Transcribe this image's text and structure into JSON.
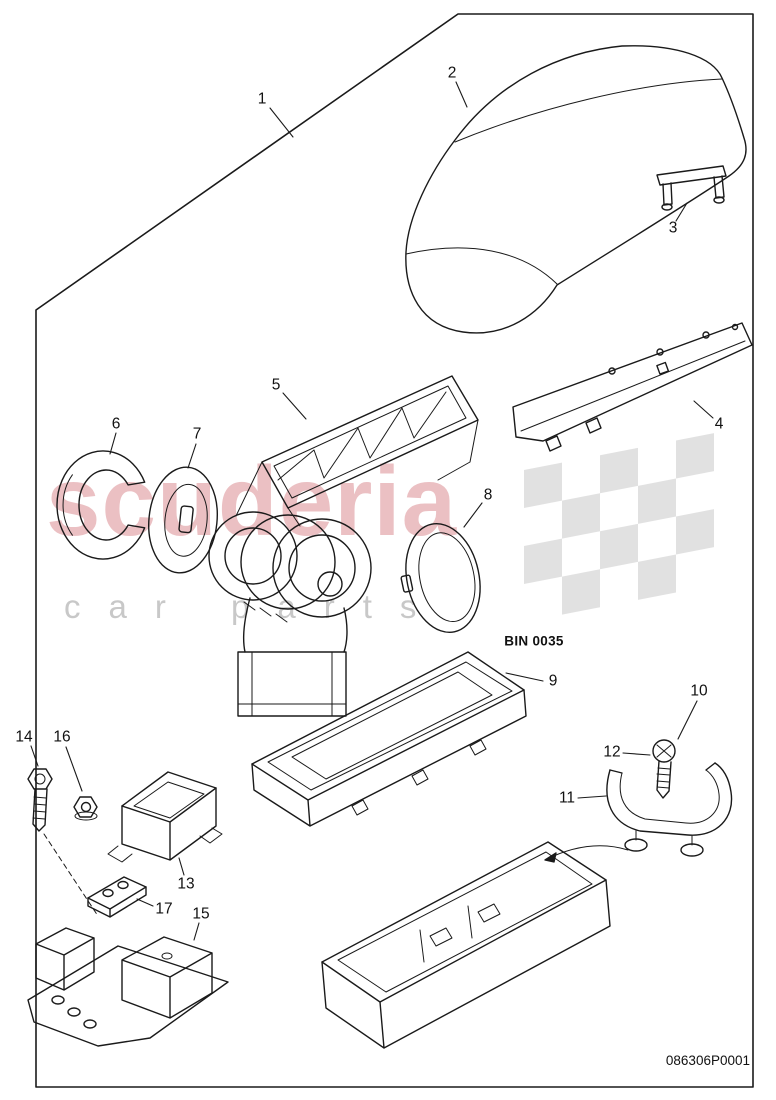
{
  "diagram": {
    "doc_number": "086306P0001",
    "bin_label": "BIN 0035",
    "callouts": [
      {
        "label": "1"
      },
      {
        "label": "2"
      },
      {
        "label": "3"
      },
      {
        "label": "4"
      },
      {
        "label": "5"
      },
      {
        "label": "6"
      },
      {
        "label": "7"
      },
      {
        "label": "8"
      },
      {
        "label": "9"
      },
      {
        "label": "10"
      },
      {
        "label": "11"
      },
      {
        "label": "12"
      },
      {
        "label": "13"
      },
      {
        "label": "14"
      },
      {
        "label": "15"
      },
      {
        "label": "16"
      },
      {
        "label": "17"
      }
    ]
  },
  "watermark": {
    "brand": "scuderia",
    "subtitle": "car parts"
  },
  "colors": {
    "background": "#ffffff",
    "line": "#1a1a1a",
    "watermark_brand": "#cf6a70",
    "watermark_subtitle": "#919191",
    "checker": "#8c8c8c"
  }
}
